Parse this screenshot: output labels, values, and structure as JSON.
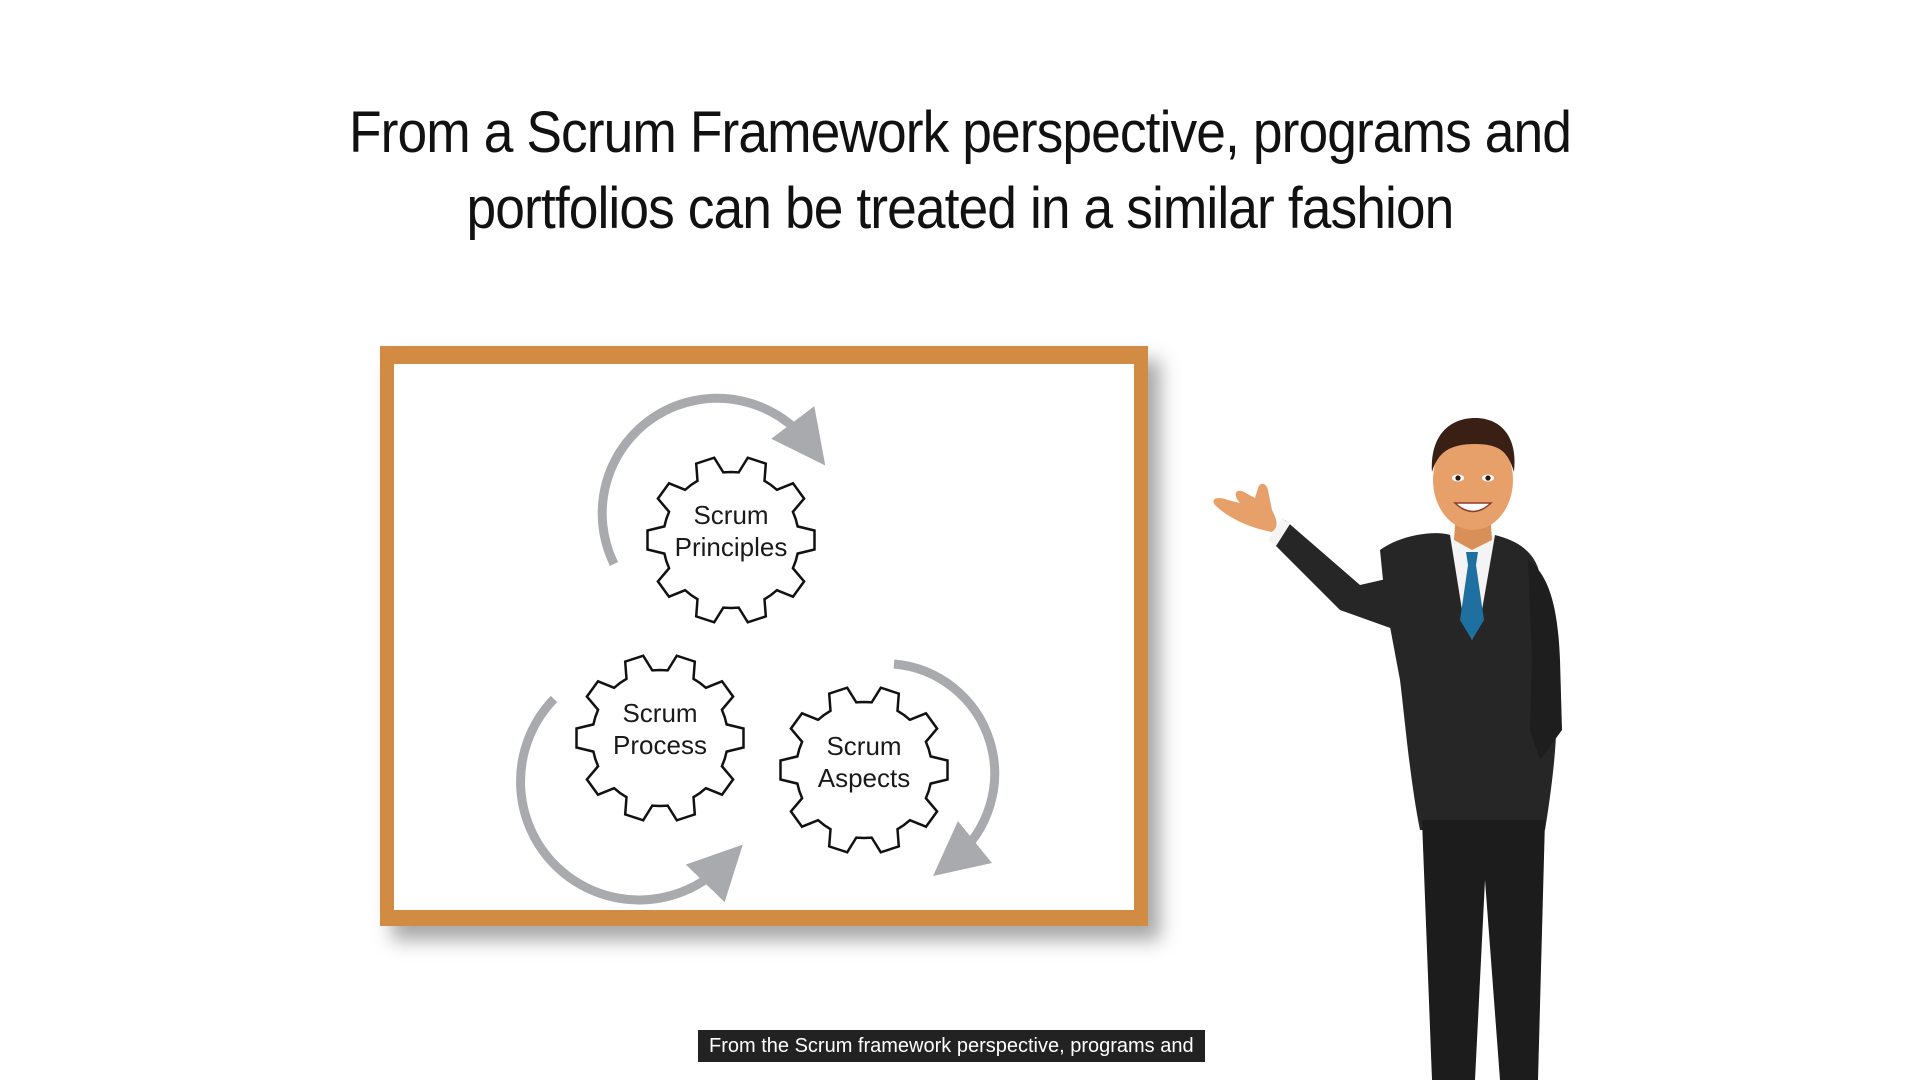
{
  "slide": {
    "title_line1": "From a Scrum Framework perspective, programs and",
    "title_line2": "portfolios can be treated in a similar fashion"
  },
  "diagram": {
    "gears": [
      {
        "line1": "Scrum",
        "line2": "Principles"
      },
      {
        "line1": "Scrum",
        "line2": "Process"
      },
      {
        "line1": "Scrum",
        "line2": "Aspects"
      }
    ],
    "frame_color": "#d28b42",
    "arrow_color": "#a9aaad"
  },
  "presenter": {
    "icon": "presenter-figure-icon",
    "suit_color": "#262626",
    "tie_color": "#1f6fa0",
    "skin_color": "#e8a06a"
  },
  "caption": {
    "text": "From the Scrum framework perspective, programs and"
  }
}
